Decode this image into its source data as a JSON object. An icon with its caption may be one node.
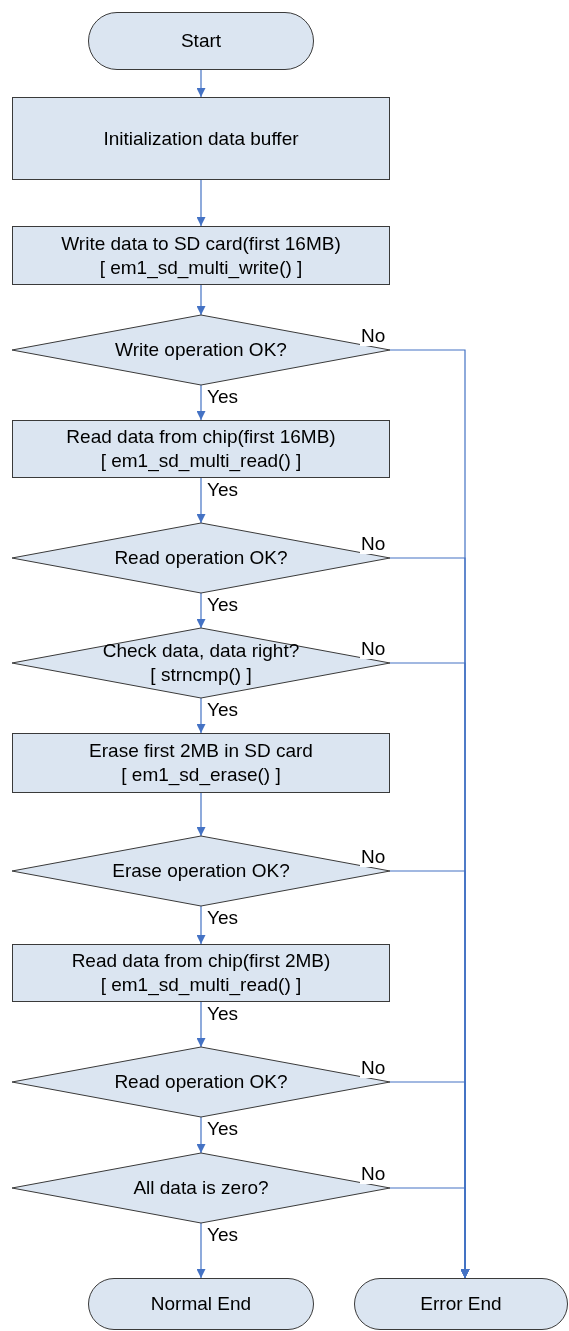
{
  "diagram": {
    "nodes": [
      {
        "text": [
          "Start"
        ]
      },
      {
        "text": [
          "Initialization data buffer"
        ]
      },
      {
        "text": [
          "Write data to SD card(first 16MB)",
          "[ em1_sd_multi_write() ]"
        ]
      },
      {
        "text": [
          "Write operation OK?"
        ]
      },
      {
        "text": [
          "Read data from chip(first 16MB)",
          "[ em1_sd_multi_read() ]"
        ]
      },
      {
        "text": [
          "Read operation OK?"
        ]
      },
      {
        "text": [
          "Check data, data right?",
          "[ strncmp() ]"
        ]
      },
      {
        "text": [
          "Erase first 2MB in SD card",
          "[ em1_sd_erase() ]"
        ]
      },
      {
        "text": [
          "Erase operation OK?"
        ]
      },
      {
        "text": [
          "Read data from chip(first 2MB)",
          "[ em1_sd_multi_read() ]"
        ]
      },
      {
        "text": [
          "Read operation OK?"
        ]
      },
      {
        "text": [
          "All data is zero?"
        ]
      },
      {
        "text": [
          "Normal  End"
        ]
      },
      {
        "text": [
          "Error End"
        ]
      }
    ],
    "edges": [
      {
        "from": 0,
        "to": 1,
        "arrow": "to"
      },
      {
        "from": 1,
        "to": 2,
        "arrow": "to"
      },
      {
        "from": 2,
        "to": 3,
        "arrow": "to"
      },
      {
        "from": 3,
        "to": 4,
        "arrow": "to",
        "label": "Yes"
      },
      {
        "from": 4,
        "to": 5,
        "arrow": "to",
        "label": "Yes"
      },
      {
        "from": 5,
        "to": 6,
        "arrow": "to",
        "label": "Yes"
      },
      {
        "from": 6,
        "to": 7,
        "arrow": "to",
        "label": "Yes"
      },
      {
        "from": 7,
        "to": 8,
        "arrow": "to"
      },
      {
        "from": 8,
        "to": 9,
        "arrow": "to",
        "label": "Yes"
      },
      {
        "from": 9,
        "to": 10,
        "arrow": "to",
        "label": "Yes"
      },
      {
        "from": 10,
        "to": 11,
        "arrow": "to",
        "label": "Yes"
      },
      {
        "from": 11,
        "to": 12,
        "arrow": "to",
        "label": "Yes"
      },
      {
        "from": 3,
        "to": 13,
        "arrow": "to",
        "label": "No"
      },
      {
        "from": 5,
        "to": 13,
        "arrow": "to",
        "label": "No"
      },
      {
        "from": 6,
        "to": 13,
        "arrow": "to",
        "label": "No"
      },
      {
        "from": 8,
        "to": 13,
        "arrow": "to",
        "label": "No"
      },
      {
        "from": 10,
        "to": 13,
        "arrow": "to",
        "label": "No"
      },
      {
        "from": 11,
        "to": 13,
        "arrow": "to",
        "label": "No"
      }
    ]
  }
}
